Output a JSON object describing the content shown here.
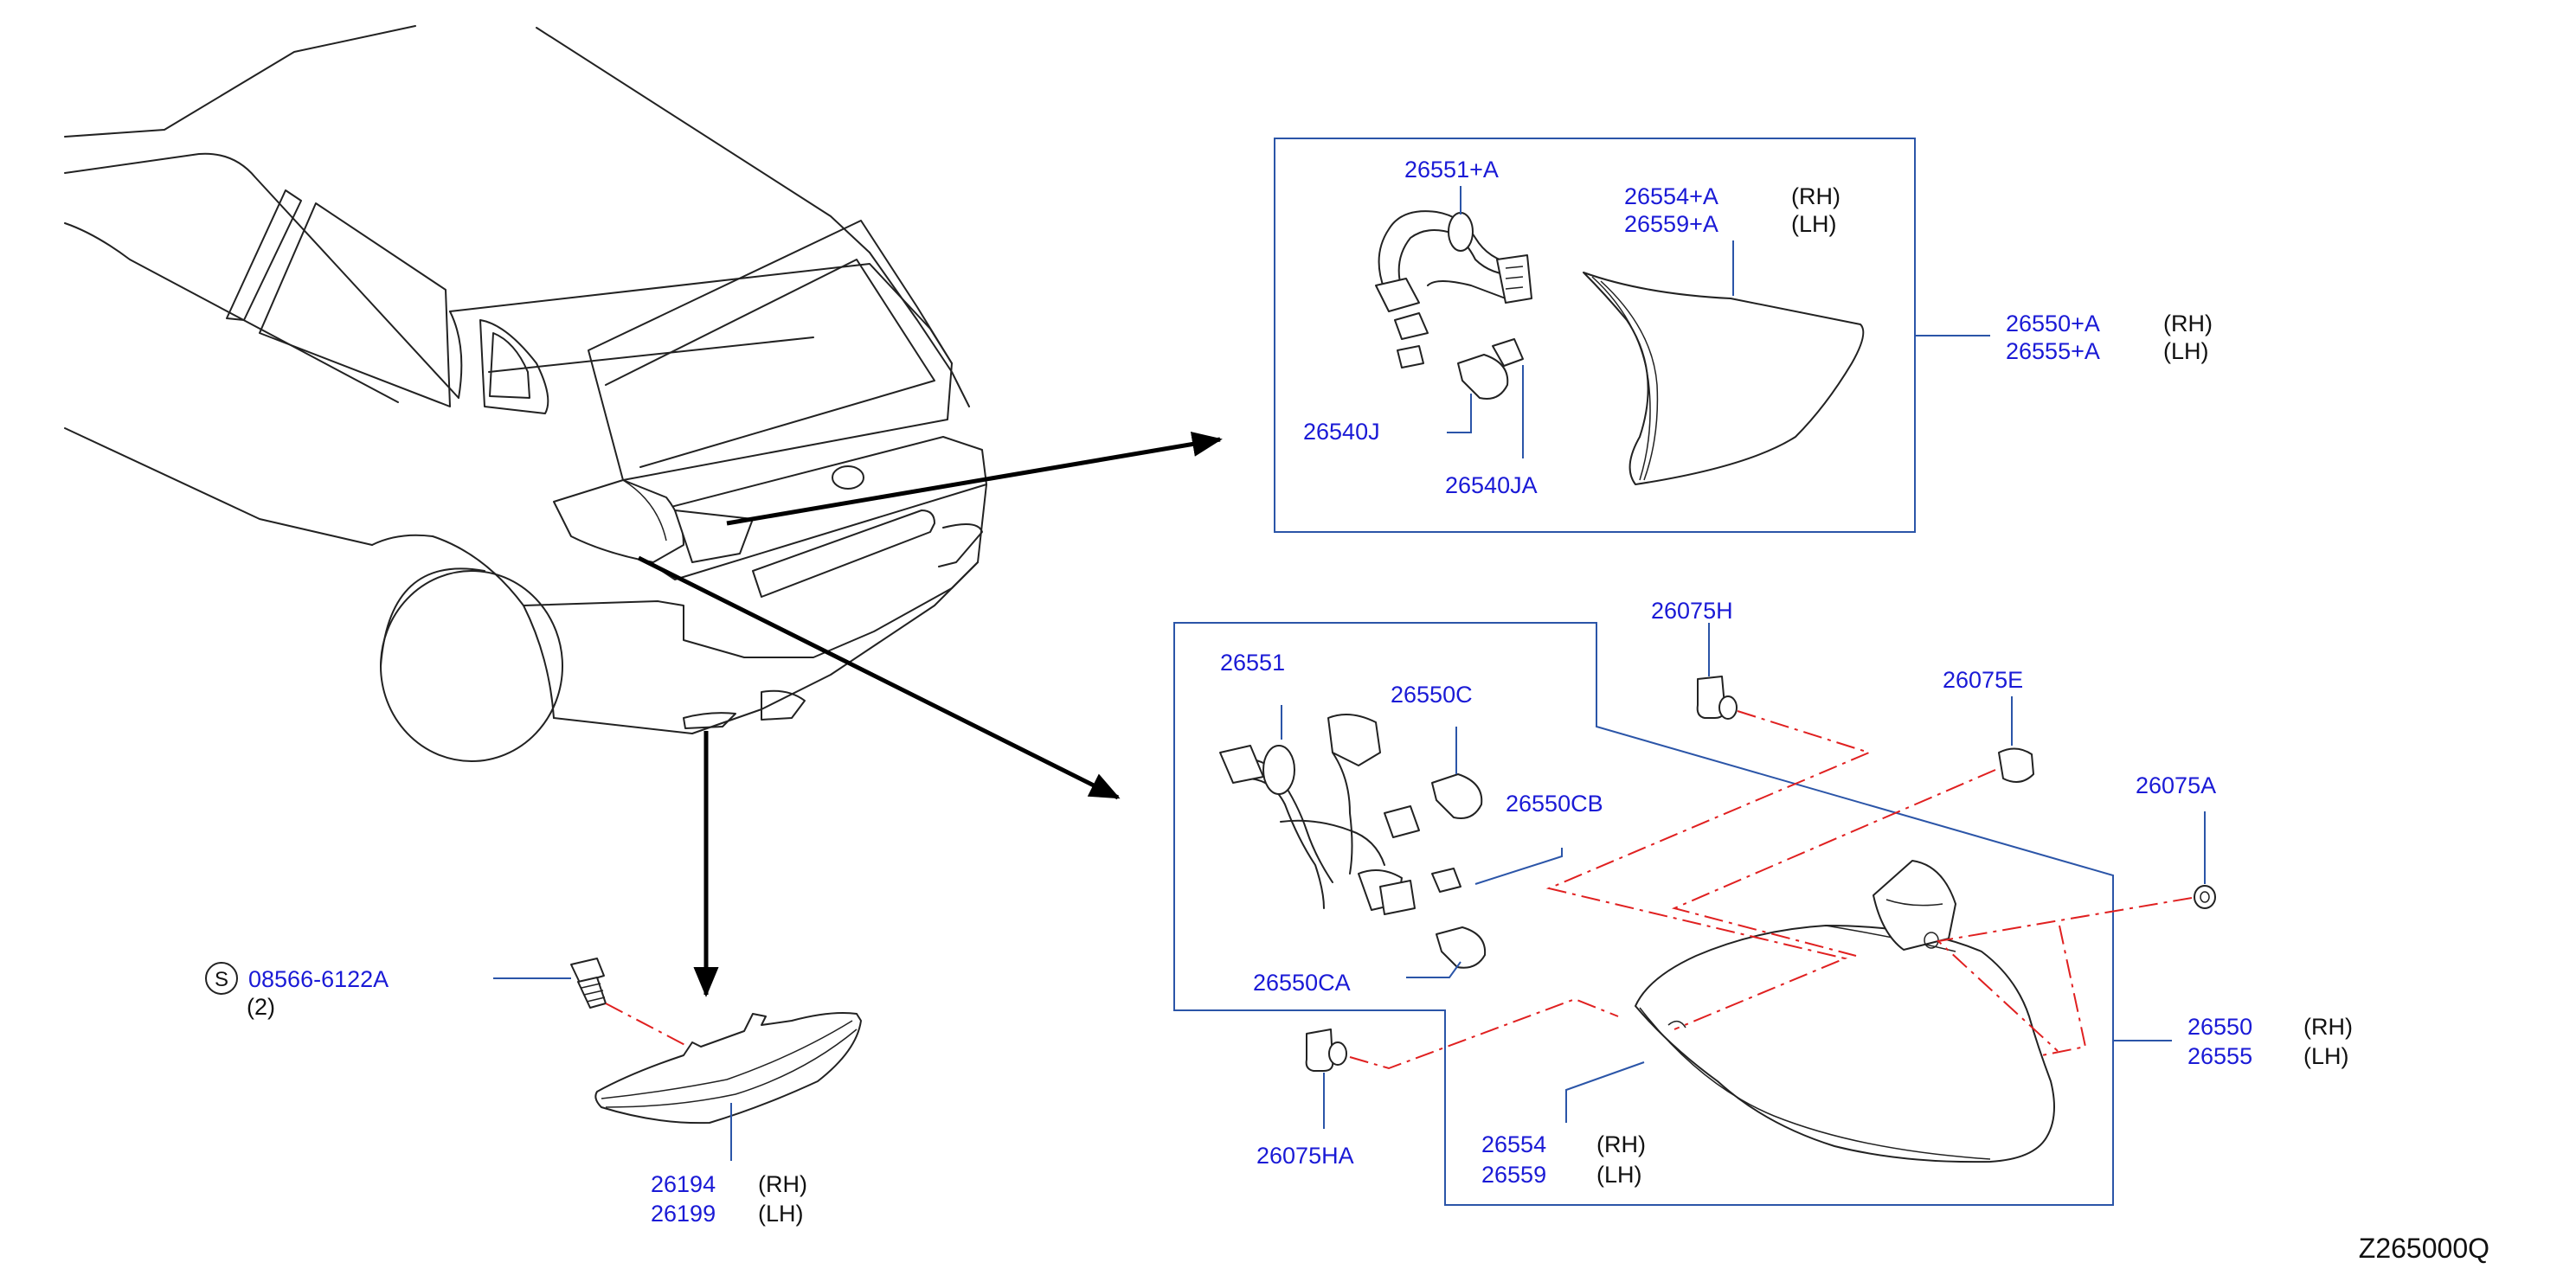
{
  "diagram_code": "Z265000Q",
  "screw_symbol": "S",
  "labels": {
    "p26551A": "26551+A",
    "p26554A": "26554+A",
    "p26559A": "26559+A",
    "p26554A_side": "(RH)",
    "p26559A_side": "(LH)",
    "p26550A": "26550+A",
    "p26555A": "26555+A",
    "p26550A_side": "(RH)",
    "p26555A_side": "(LH)",
    "p26540J": "26540J",
    "p26540JA": "26540JA",
    "p26075H": "26075H",
    "p26075E": "26075E",
    "p26075A": "26075A",
    "p26551": "26551",
    "p26550C": "26550C",
    "p26550CB": "26550CB",
    "p26550CA": "26550CA",
    "p08566": "08566-6122A",
    "p08566_qty": "(2)",
    "p26550": "26550",
    "p26555": "26555",
    "p26550_side": "(RH)",
    "p26555_side": "(LH)",
    "p26075HA": "26075HA",
    "p26554": "26554",
    "p26559": "26559",
    "p26554_side": "(RH)",
    "p26559_side": "(LH)",
    "p26194": "26194",
    "p26199": "26199",
    "p26194_side": "(RH)",
    "p26199_side": "(LH)"
  },
  "colors": {
    "part_number_text": "#1a1ad6",
    "leader_and_box": "#2b55a8",
    "dash_line": "#e02020",
    "line_art": "#222222"
  }
}
